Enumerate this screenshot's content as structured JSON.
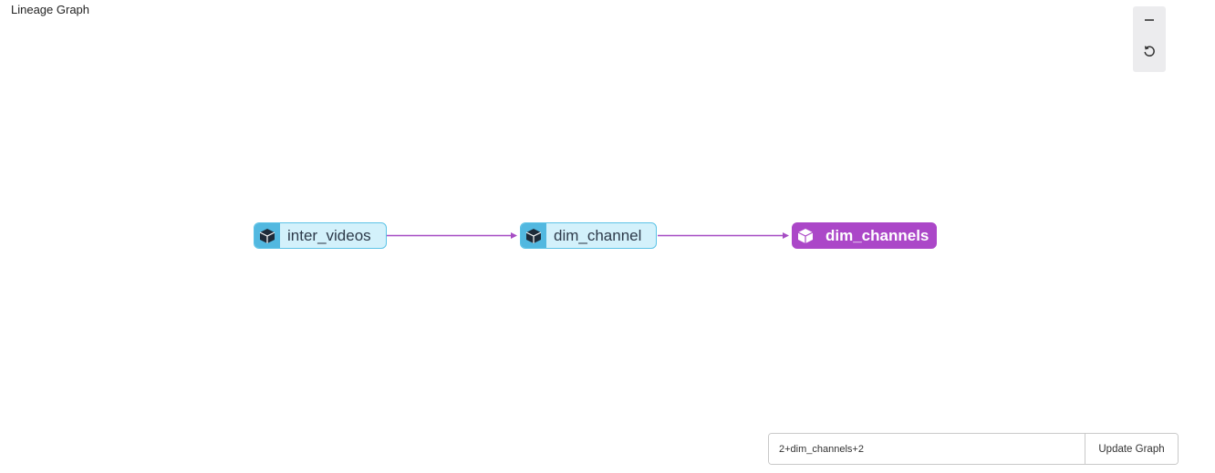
{
  "header": {
    "title": "Lineage Graph"
  },
  "zoom_controls": {
    "zoom_out_icon": "minus-icon",
    "reset_icon": "reset-rotate-icon"
  },
  "graph": {
    "nodes": [
      {
        "id": "inter_videos",
        "label": "inter_videos",
        "state": "upstream",
        "icon": "model-cube-icon"
      },
      {
        "id": "dim_channel",
        "label": "dim_channel",
        "state": "upstream",
        "icon": "model-cube-icon"
      },
      {
        "id": "dim_channels",
        "label": "dim_channels",
        "state": "selected",
        "icon": "model-cube-icon"
      }
    ],
    "edges": [
      {
        "from": "inter_videos",
        "to": "dim_channel"
      },
      {
        "from": "dim_channel",
        "to": "dim_channels"
      }
    ],
    "colors": {
      "upstream_fill": "#d3f1fb",
      "upstream_border": "#5cc3e6",
      "selected_fill": "#ab47c8",
      "edge": "#a64dc4"
    }
  },
  "query": {
    "value": "2+dim_channels+2",
    "button_label": "Update Graph"
  }
}
